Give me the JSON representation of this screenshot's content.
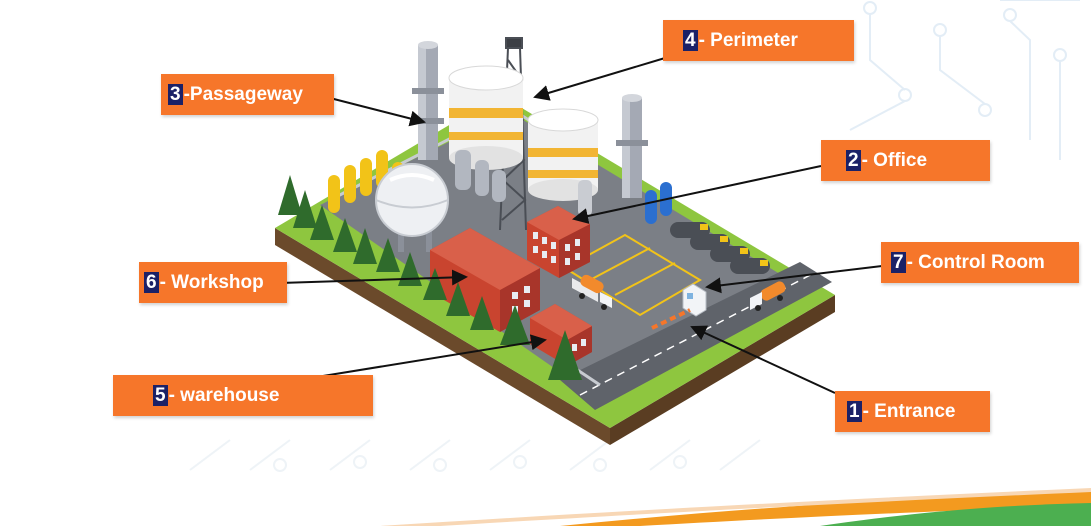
{
  "labels": [
    {
      "id": "entrance",
      "number": "1",
      "text": "- Entrance"
    },
    {
      "id": "office",
      "number": "2",
      "text": "- Office"
    },
    {
      "id": "passageway",
      "number": "3",
      "text": "-Passageway"
    },
    {
      "id": "perimeter",
      "number": "4",
      "text": "- Perimeter"
    },
    {
      "id": "warehouse",
      "number": "5",
      "text": "- warehouse"
    },
    {
      "id": "workshop",
      "number": "6",
      "text": "- Workshop"
    },
    {
      "id": "control_room",
      "number": "7",
      "text": "- Control Room"
    }
  ],
  "colors": {
    "label_bg": "#f6762a",
    "number_bg": "#1b2167",
    "label_text": "#ffffff",
    "building_red": "#c9442f",
    "grass": "#8ec63f",
    "pavement": "#7b7f86",
    "tree": "#2f6b2c",
    "tank_white": "#f2f2f2",
    "tank_stripe": "#f2b533",
    "bottom_stripe_orange": "#f39a1f",
    "bottom_stripe_green": "#4caf50"
  }
}
